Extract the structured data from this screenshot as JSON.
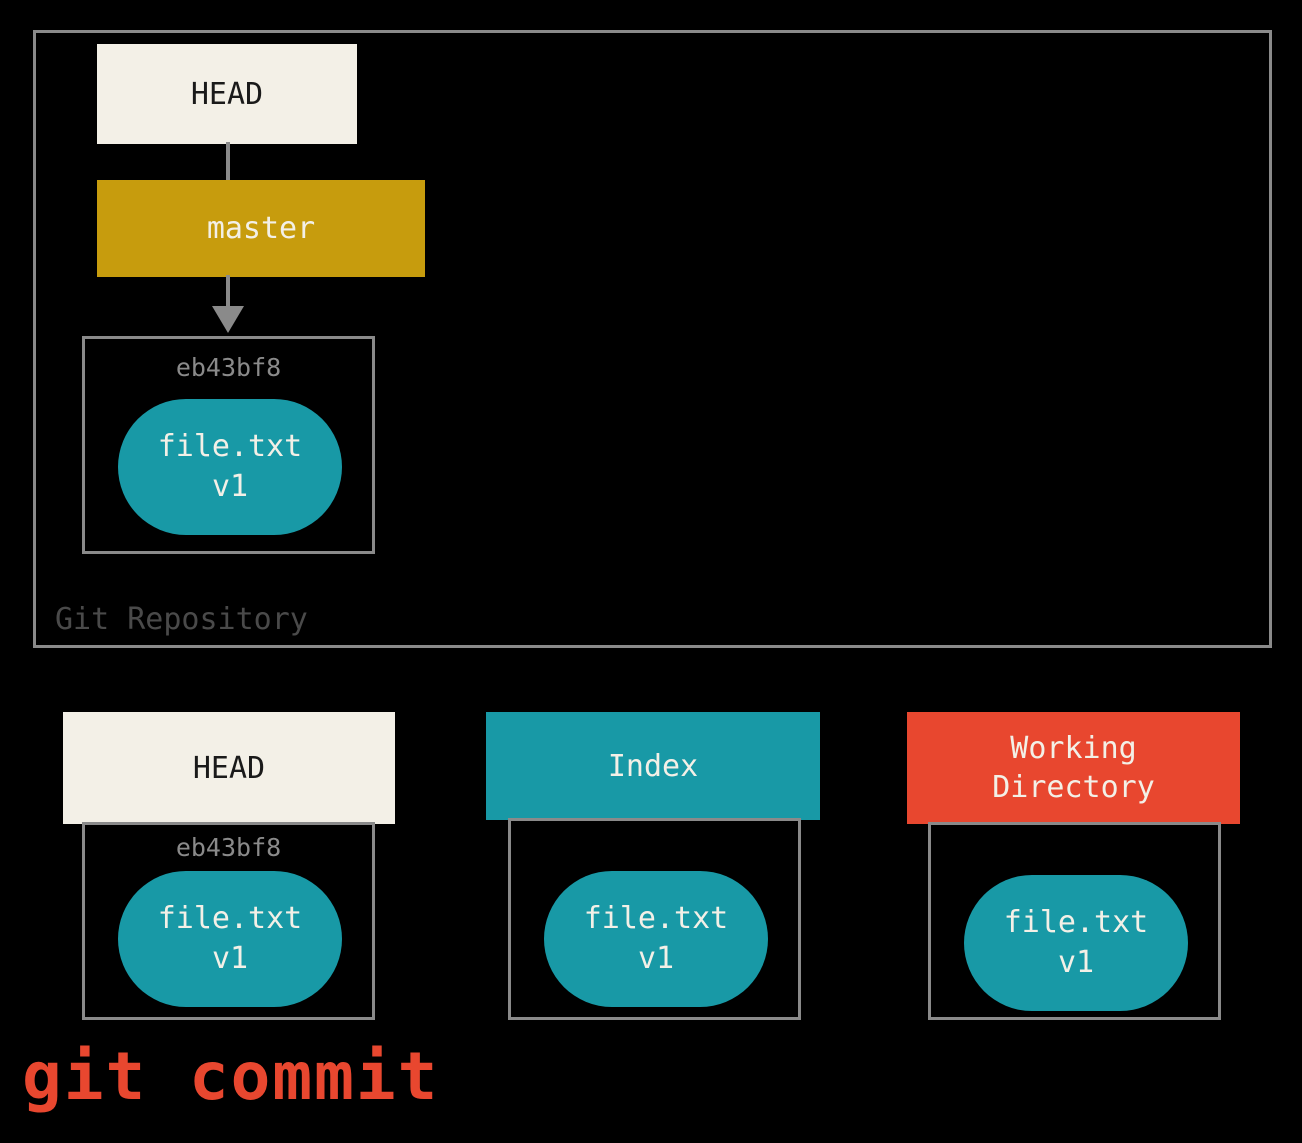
{
  "colors": {
    "background": "#000000",
    "border-gray": "#8a8a8a",
    "cream": "#f3f0e7",
    "gold": "#c79c0d",
    "teal": "#1899a6",
    "red": "#e8472f",
    "dark-text": "#1a1a1a",
    "sha-gray": "#8a8a8a",
    "label-gray": "#4a4a4a"
  },
  "repository": {
    "label": "Git Repository",
    "head_label": "HEAD",
    "branch_label": "master",
    "commit": {
      "sha": "eb43bf8",
      "file": "file.txt",
      "version": "v1"
    }
  },
  "snapshot": {
    "head": {
      "title": "HEAD",
      "sha": "eb43bf8",
      "file": "file.txt",
      "version": "v1"
    },
    "index": {
      "title": "Index",
      "file": "file.txt",
      "version": "v1"
    },
    "working": {
      "title": "Working\nDirectory",
      "file": "file.txt",
      "version": "v1"
    }
  },
  "caption": "git commit"
}
